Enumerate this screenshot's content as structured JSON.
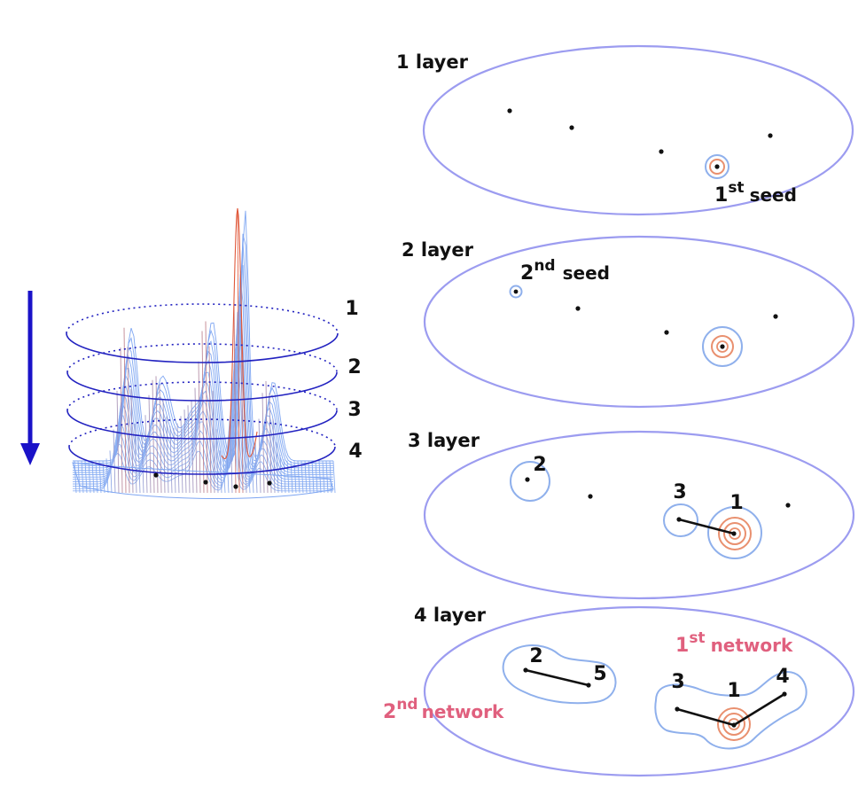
{
  "colors": {
    "ellipse": "#9c9cf0",
    "contour_blue": "#8fb0ec",
    "contour_red": "#e9906f",
    "network_text": "#e0607e",
    "arrow": "#1a12c8",
    "slice": "#2222c0",
    "mesh_low": "#7ea6f2",
    "mesh_high": "#e0583a"
  },
  "left": {
    "slice_labels": [
      "1",
      "2",
      "3",
      "4"
    ],
    "arrow_icon": "down-arrow"
  },
  "panels": [
    {
      "title": "1 layer",
      "seed": {
        "base": "1",
        "sup": "st",
        "word": "seed"
      }
    },
    {
      "title": "2 layer",
      "seed": {
        "base": "2",
        "sup": "nd",
        "word": "seed"
      }
    },
    {
      "title": "3 layer",
      "node_labels": [
        "2",
        "3",
        "1"
      ]
    },
    {
      "title": "4 layer",
      "node_labels": [
        "2",
        "5",
        "3",
        "1",
        "4"
      ],
      "network1": {
        "base": "1",
        "sup": "st",
        "word": "network"
      },
      "network2": {
        "base": "2",
        "sup": "nd",
        "word": "network"
      }
    }
  ]
}
